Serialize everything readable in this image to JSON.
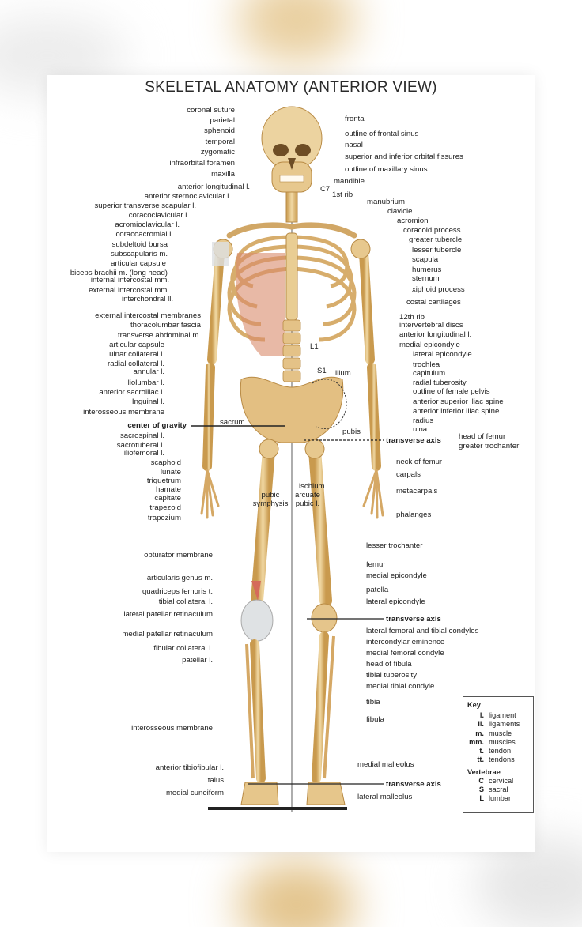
{
  "title": "SKELETAL ANATOMY (ANTERIOR VIEW)",
  "labels_left": [
    "coronal suture",
    "parietal",
    "sphenoid",
    "temporal",
    "zygomatic",
    "infraorbital foramen",
    "maxilla",
    "anterior longitudinal l.",
    "anterior sternoclavicular l.",
    "superior transverse scapular l.",
    "coracoclavicular l.",
    "acromioclavicular l.",
    "coracoacromial l.",
    "subdeltoid bursa",
    "subscapularis m.",
    "articular capsule",
    "biceps brachii m. (long head)",
    "internal intercostal mm.",
    "external intercostal mm.",
    "interchondral ll.",
    "external intercostal membranes",
    "thoracolumbar fascia",
    "transverse abdominal m.",
    "articular capsule",
    "ulnar collateral l.",
    "radial collateral l.",
    "annular l.",
    "iliolumbar l.",
    "anterior sacroiliac l.",
    "Inguinal l.",
    "interosseous membrane",
    "center of gravity",
    "sacrospinal l.",
    "sacrotuberal l.",
    "iliofemoral l.",
    "scaphoid",
    "lunate",
    "triquetrum",
    "hamate",
    "capitate",
    "trapezoid",
    "trapezium",
    "obturator membrane",
    "articularis genus m.",
    "quadriceps femoris t.",
    "tibial collateral l.",
    "lateral patellar retinaculum",
    "medial patellar retinaculum",
    "fibular collateral l.",
    "patellar l.",
    "interosseous membrane",
    "anterior tibiofibular l.",
    "talus",
    "medial cuneiform"
  ],
  "labels_right": [
    "frontal",
    "outline of frontal sinus",
    "nasal",
    "superior and inferior orbital fissures",
    "outline of maxillary sinus",
    "mandible",
    "manubrium",
    "clavicle",
    "acromion",
    "coracoid process",
    "greater tubercle",
    "lesser tubercle",
    "scapula",
    "humerus",
    "sternum",
    "xiphoid process",
    "costal cartilages",
    "12th rib",
    "intervertebral discs",
    "anterior longitudinal l.",
    "medial epicondyle",
    "lateral epicondyle",
    "trochlea",
    "capitulum",
    "radial tuberosity",
    "outline of female pelvis",
    "anterior superior iliac spine",
    "anterior inferior iliac spine",
    "radius",
    "ulna",
    "transverse axis",
    "head of femur",
    "greater trochanter",
    "neck of femur",
    "carpals",
    "metacarpals",
    "phalanges",
    "lesser trochanter",
    "femur",
    "medial epicondyle",
    "patella",
    "lateral epicondyle",
    "transverse axis",
    "lateral femoral and tibial condyles",
    "intercondylar eminence",
    "medial femoral condyle",
    "head of fibula",
    "tibial tuberosity",
    "medial tibial condyle",
    "tibia",
    "fibula",
    "medial malleolus",
    "transverse axis",
    "lateral malleolus"
  ],
  "labels_inner": [
    "C7",
    "1st rib",
    "L1",
    "S1",
    "ilium",
    "sacrum",
    "pubis",
    "pubic symphysis",
    "ischium",
    "arcuate pubic l."
  ],
  "key": {
    "title": "Key",
    "items": [
      {
        "abbr": "l.",
        "text": "ligament"
      },
      {
        "abbr": "ll.",
        "text": "ligaments"
      },
      {
        "abbr": "m.",
        "text": "muscle"
      },
      {
        "abbr": "mm.",
        "text": "muscles"
      },
      {
        "abbr": "t.",
        "text": "tendon"
      },
      {
        "abbr": "tt.",
        "text": "tendons"
      }
    ],
    "vert_title": "Vertebrae",
    "vert_items": [
      {
        "abbr": "C",
        "text": "cervical"
      },
      {
        "abbr": "S",
        "text": "sacral"
      },
      {
        "abbr": "L",
        "text": "lumbar"
      }
    ]
  },
  "colors": {
    "bone": "#e8c98a",
    "bone_shade": "#c99a4e",
    "muscle": "#d98a6a",
    "ligament": "#d9dde0",
    "line": "#333333"
  }
}
